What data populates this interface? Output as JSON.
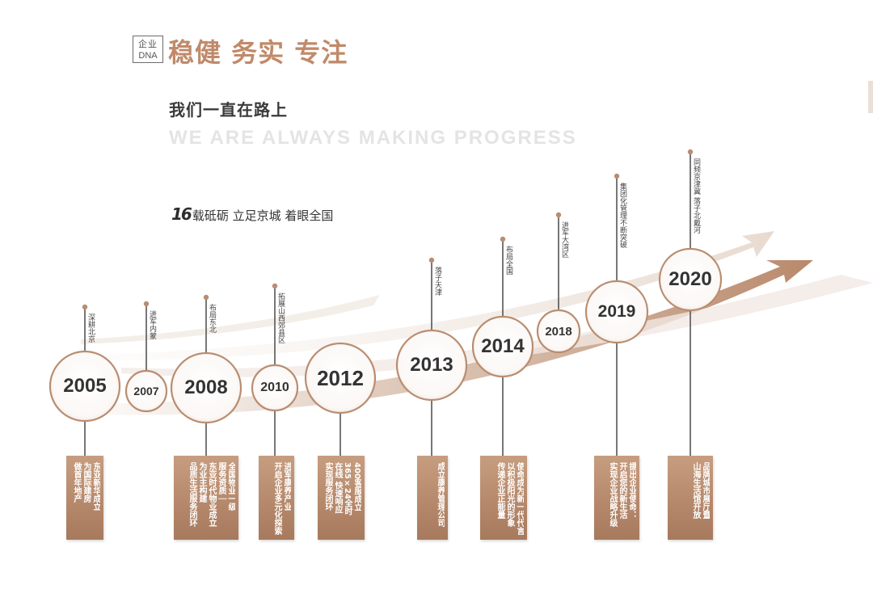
{
  "header": {
    "dna_line1": "企业",
    "dna_line2": "DNA",
    "slogan": "稳健 务实 专注",
    "subtitle_cn": "我们一直在路上",
    "subtitle_en": "WE ARE ALWAYS MAKING PROGRESS",
    "years_number": "16",
    "years_text": "载砥砺 立足京城 着眼全国"
  },
  "colors": {
    "accent": "#c08a6a",
    "card": "#b4876a",
    "circle_border": "#b98d70",
    "stem": "#555555"
  },
  "milestones": [
    {
      "year": "2005",
      "top": "深耕北京",
      "card": "东亚新华成立\n为国际建房\n做首年地产"
    },
    {
      "year": "2007",
      "top": "进军内蒙"
    },
    {
      "year": "2008",
      "top": "布局东北",
      "card": "全国物业一级\n服务资质｜\n东亚时代物业成立\n为业主构建\n品质生活服务闭环"
    },
    {
      "year": "2010",
      "top": "拓展山西郊县区",
      "card": "进军康养产业\n开启企业多元化探索"
    },
    {
      "year": "2012",
      "card": "400客服成立\n365×24全时\n在线 快速响应\n实现服务闭环"
    },
    {
      "year": "2013",
      "top": "落子天津",
      "card": "成立康养管理公司"
    },
    {
      "year": "2014",
      "top": "布局全国",
      "card": "使命成为新一代代言人\n以积极阳光的形象\n传递企业正能量"
    },
    {
      "year": "2018",
      "top": "进军大湾区"
    },
    {
      "year": "2019",
      "top": "集团化管理不断突破",
      "card": "提出企业使命：\n开启您的新生活\n实现企业战略升级"
    },
    {
      "year": "2020",
      "top": "同频京津冀 落子北戴河",
      "card": "品牌城市展厅暨\n山海生活馆开放"
    }
  ]
}
